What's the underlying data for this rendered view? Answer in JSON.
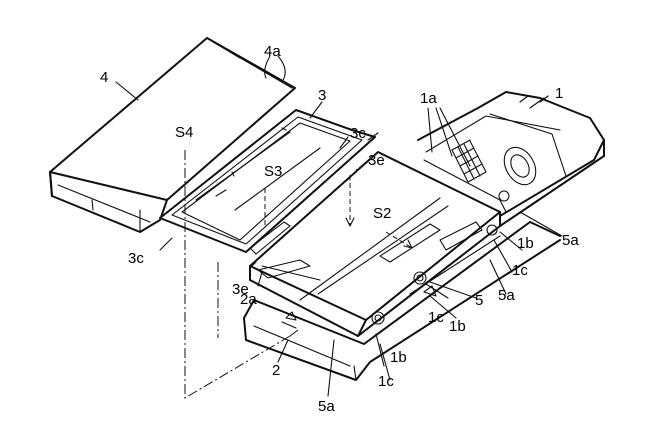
{
  "labels": {
    "l1": "1",
    "l1a": "1a",
    "l1b_a": "1b",
    "l1b_b": "1b",
    "l1b_c": "1b",
    "l1c_a": "1c",
    "l1c_b": "1c",
    "l1c_c": "1c",
    "l2": "2",
    "l2a": "2a",
    "l3": "3",
    "l3c_a": "3c",
    "l3c_b": "3c",
    "l3e_a": "3e",
    "l3e_b": "3e",
    "l4": "4",
    "l4a": "4a",
    "l5": "5",
    "l5a_a": "5a",
    "l5a_b": "5a",
    "l5a_c": "5a",
    "s2": "S2",
    "s3": "S3",
    "s4": "S4"
  }
}
